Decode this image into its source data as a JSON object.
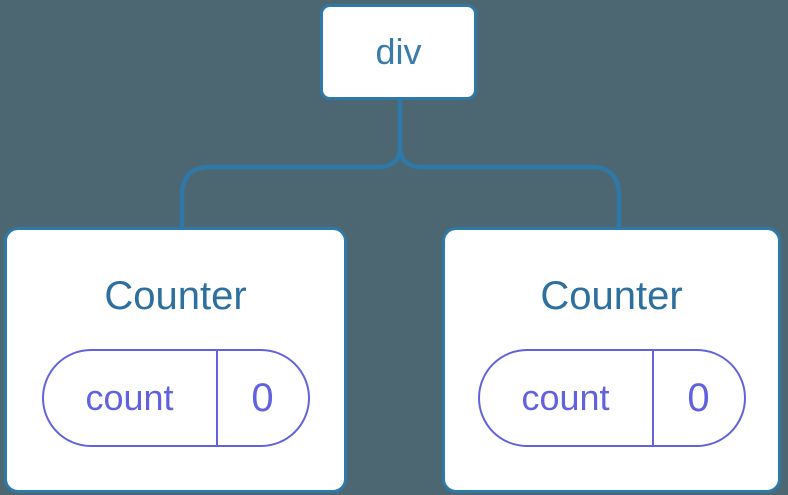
{
  "diagram": {
    "type": "component-tree",
    "root": {
      "label": "div"
    },
    "children": [
      {
        "title": "Counter",
        "state_key": "count",
        "state_value": "0"
      },
      {
        "title": "Counter",
        "state_key": "count",
        "state_value": "0"
      }
    ],
    "colors": {
      "background": "#4C6772",
      "connector_line": "#2E79A8",
      "node_border": "#2E79A8",
      "root_label_text": "#3A7CA9",
      "card_title_text": "#2D6F9E",
      "state_pill": "#6262DE",
      "node_fill": "#FFFFFF"
    }
  }
}
